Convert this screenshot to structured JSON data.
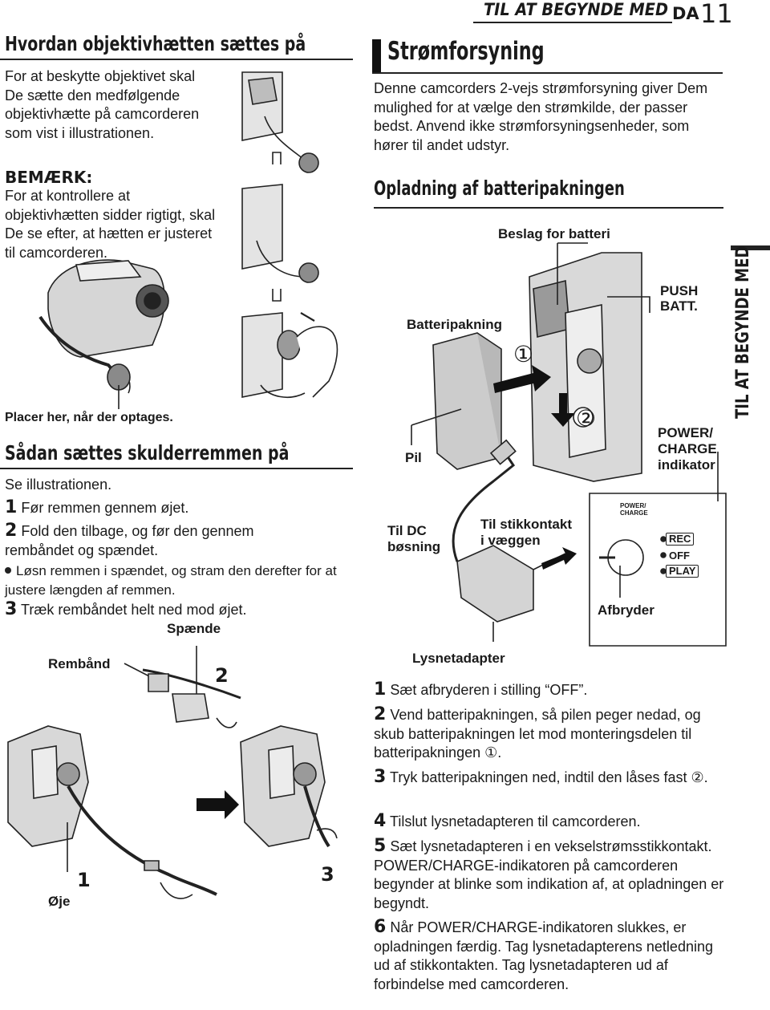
{
  "header": {
    "section": "TIL AT BEGYNDE MED",
    "lang": "DA",
    "page": "11"
  },
  "side_tab": "TIL AT BEGYNDE MED",
  "left": {
    "h1": "Hvordan objektivhætten sættes på",
    "p1": "For at beskytte objektivet skal De sætte den medfølgende objektivhætte på camcorderen som vist i illustrationen.",
    "note_title": "BEMÆRK:",
    "note": "For at kontrollere at objektivhætten sidder rigtigt, skal De se efter, at hætten er justeret til camcorderen.",
    "caption_place": "Placer her, når der optages.",
    "h2": "Sådan sættes skulderremmen på",
    "intro2": "Se illustrationen.",
    "steps": [
      {
        "n": "1",
        "t": "Før remmen gennem øjet."
      },
      {
        "n": "2",
        "t": "Fold den tilbage, og før den gennem rembåndet og spændet."
      }
    ],
    "bullet": "Løsn remmen i spændet, og stram den derefter for at justere længden af remmen.",
    "step3": {
      "n": "3",
      "t": "Træk rembåndet helt ned mod øjet."
    },
    "fig": {
      "buckle": "Spænde",
      "band": "Rembånd",
      "eye": "Øje",
      "n1": "1",
      "n2": "2",
      "n3": "3"
    }
  },
  "right": {
    "h1": "Strømforsyning",
    "p1": "Denne camcorders 2-vejs strømforsyning giver Dem mulighed for at vælge den strømkilde, der passer bedst. Anvend ikke strømforsyningsenheder, som hører til andet udstyr.",
    "h2": "Opladning af batteripakningen",
    "fig": {
      "bracket": "Beslag for batteri",
      "battery": "Batteripakning",
      "arrow": "Pil",
      "push1": "PUSH",
      "push2": "BATT.",
      "power1": "POWER/",
      "power2": "CHARGE",
      "power3": "indikator",
      "dc1": "Til DC",
      "dc2": "bøsning",
      "wall1": "Til stikkontakt",
      "wall2": "i væggen",
      "switch": "Afbryder",
      "adapter": "Lysnetadapter",
      "sw_power": "POWER/",
      "sw_charge": "CHARGE",
      "sw_rec": "REC",
      "sw_off": "OFF",
      "sw_play": "PLAY",
      "c1": "①",
      "c2": "②"
    },
    "steps": [
      {
        "n": "1",
        "t": "Sæt afbryderen i stilling “OFF”."
      },
      {
        "n": "2",
        "t": "Vend batteripakningen, så pilen peger nedad, og skub batteripakningen let mod monteringsdelen til batteripakningen ①."
      },
      {
        "n": "3",
        "t": "Tryk batteripakningen ned, indtil den låses fast ②."
      },
      {
        "n": "4",
        "t": "Tilslut lysnetadapteren til camcorderen."
      },
      {
        "n": "5",
        "t": "Sæt lysnetadapteren i en vekselstrømsstikkontakt. POWER/CHARGE-indikatoren på camcorderen begynder at blinke som indikation af, at opladningen er begyndt."
      },
      {
        "n": "6",
        "t": "Når POWER/CHARGE-indikatoren slukkes, er opladningen færdig. Tag lysnetadapterens netledning ud af stikkontakten. Tag lysnetadapteren ud af forbindelse med camcorderen."
      }
    ]
  }
}
